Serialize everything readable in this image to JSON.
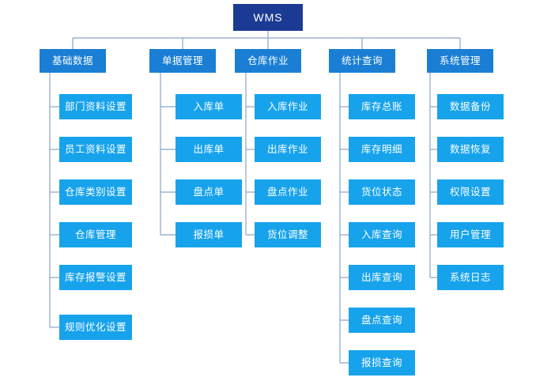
{
  "diagram": {
    "title": "WMS",
    "root": {
      "label": "WMS"
    },
    "branches": [
      {
        "label": "基础数据",
        "children": [
          {
            "label": "部门资料设置"
          },
          {
            "label": "员工资料设置"
          },
          {
            "label": "仓库类别设置"
          },
          {
            "label": "仓库管理"
          },
          {
            "label": "库存报警设置"
          },
          {
            "label": "规则优化设置"
          }
        ]
      },
      {
        "label": "单据管理",
        "children": [
          {
            "label": "入库单"
          },
          {
            "label": "出库单"
          },
          {
            "label": "盘点单"
          },
          {
            "label": "报损单"
          }
        ]
      },
      {
        "label": "仓库作业",
        "children": [
          {
            "label": "入库作业"
          },
          {
            "label": "出库作业"
          },
          {
            "label": "盘点作业"
          },
          {
            "label": "货位调整"
          }
        ]
      },
      {
        "label": "统计查询",
        "children": [
          {
            "label": "库存总账"
          },
          {
            "label": "库存明细"
          },
          {
            "label": "货位状态"
          },
          {
            "label": "入库查询"
          },
          {
            "label": "出库查询"
          },
          {
            "label": "盘点查询"
          },
          {
            "label": "报损查询"
          }
        ]
      },
      {
        "label": "系统管理",
        "children": [
          {
            "label": "数据备份"
          },
          {
            "label": "数据恢复"
          },
          {
            "label": "权限设置"
          },
          {
            "label": "用户管理"
          },
          {
            "label": "系统日志"
          }
        ]
      }
    ],
    "colors": {
      "root": "#1b3a93",
      "level2": "#1a7fd4",
      "level3": "#17a3ec",
      "connector": "#8ba3c7",
      "text": "#ffffff",
      "background": "#ffffff"
    }
  }
}
